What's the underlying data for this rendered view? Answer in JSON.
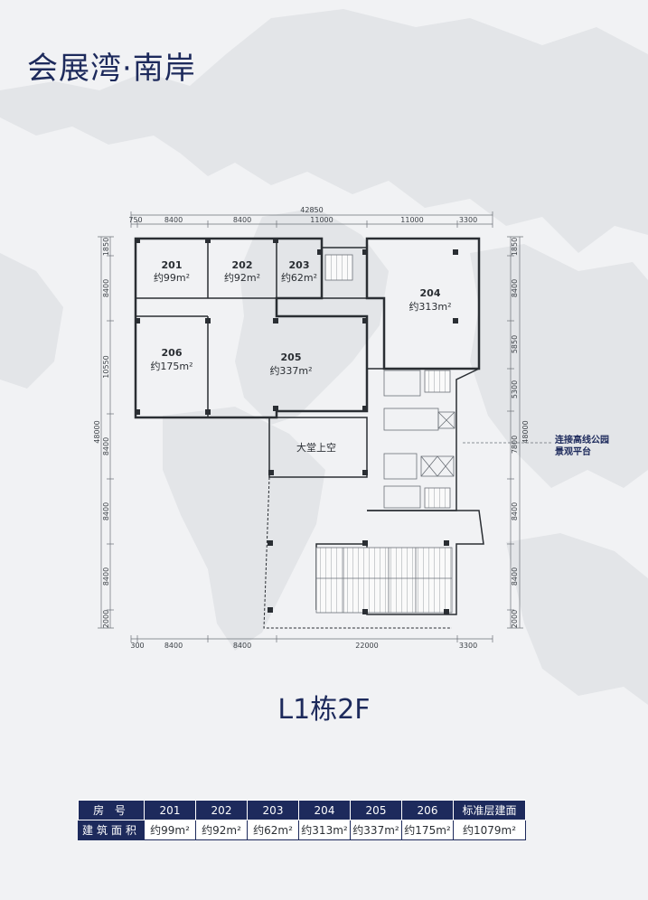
{
  "title": "会展湾·南岸",
  "floor_label": "L1栋2F",
  "plan": {
    "units": [
      {
        "id": "201",
        "area": "约99m²"
      },
      {
        "id": "202",
        "area": "约92m²"
      },
      {
        "id": "203",
        "area": "约62m²"
      },
      {
        "id": "204",
        "area": "约313m²"
      },
      {
        "id": "205",
        "area": "约337m²"
      },
      {
        "id": "206",
        "area": "约175m²"
      }
    ],
    "lobby_label": "大堂上空",
    "annotation": {
      "line1": "连接高线公园",
      "line2": "景观平台"
    },
    "dims_top_total": "42850",
    "dims_top": [
      "750",
      "8400",
      "8400",
      "11000",
      "11000",
      "3300"
    ],
    "dims_bottom": [
      "300",
      "8400",
      "8400",
      "22000",
      "3300"
    ],
    "dims_left_total": "48000",
    "dims_left": [
      "1850",
      "8400",
      "10550",
      "8400",
      "8400",
      "8400",
      "2000"
    ],
    "dims_right_total": "48000",
    "dims_right": [
      "1850",
      "8400",
      "5850",
      "5300",
      "7800",
      "8400",
      "8400",
      "2000"
    ]
  },
  "table": {
    "header_label": "房    号",
    "header_cols": [
      "201",
      "202",
      "203",
      "204",
      "205",
      "206",
      "标准层建面"
    ],
    "row_label": "建筑面积",
    "row_values": [
      "约99m²",
      "约92m²",
      "约62m²",
      "约313m²",
      "约337m²",
      "约175m²",
      "约1079m²"
    ]
  }
}
